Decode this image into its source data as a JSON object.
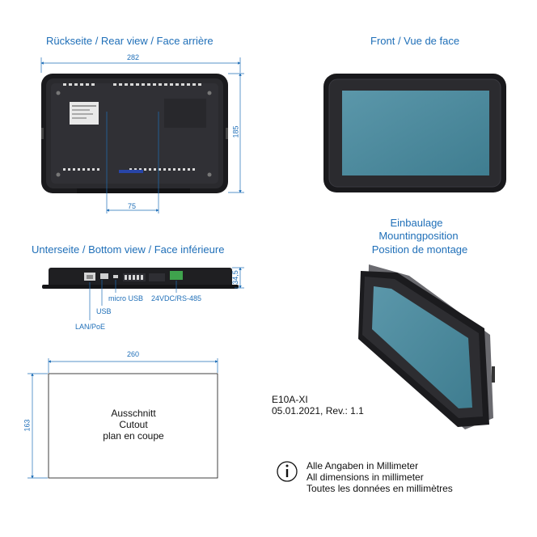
{
  "rear": {
    "title": "Rückseite / Rear view / Face arrière",
    "width": "282",
    "height": "185",
    "offset": "75"
  },
  "front": {
    "title": "Front / Vue de face"
  },
  "bottom": {
    "title": "Unterseite / Bottom view / Face inférieure",
    "depth": "34,5",
    "labels": {
      "lan": "LAN/PoE",
      "usb": "USB",
      "micro_usb": "micro USB",
      "power": "24VDC/RS-485"
    }
  },
  "mounting": {
    "line1": "Einbaulage",
    "line2": "Mountingposition",
    "line3": "Position de montage"
  },
  "cutout": {
    "width": "260",
    "height": "163",
    "line1": "Ausschnitt",
    "line2": "Cutout",
    "line3": "plan en coupe"
  },
  "product": {
    "model": "E10A-XI",
    "revision": "05.01.2021, Rev.: 1.1"
  },
  "note": {
    "icon": "info-icon",
    "line1": "Alle Angaben in Millimeter",
    "line2": "All dimensions in millimeter",
    "line3": "Toutes les données en millimètres"
  },
  "colors": {
    "dimension_blue": "#1f6fb8",
    "housing": "#1c1c1f",
    "screen": "#4e8b9e",
    "connector_green": "#3fa34d"
  }
}
